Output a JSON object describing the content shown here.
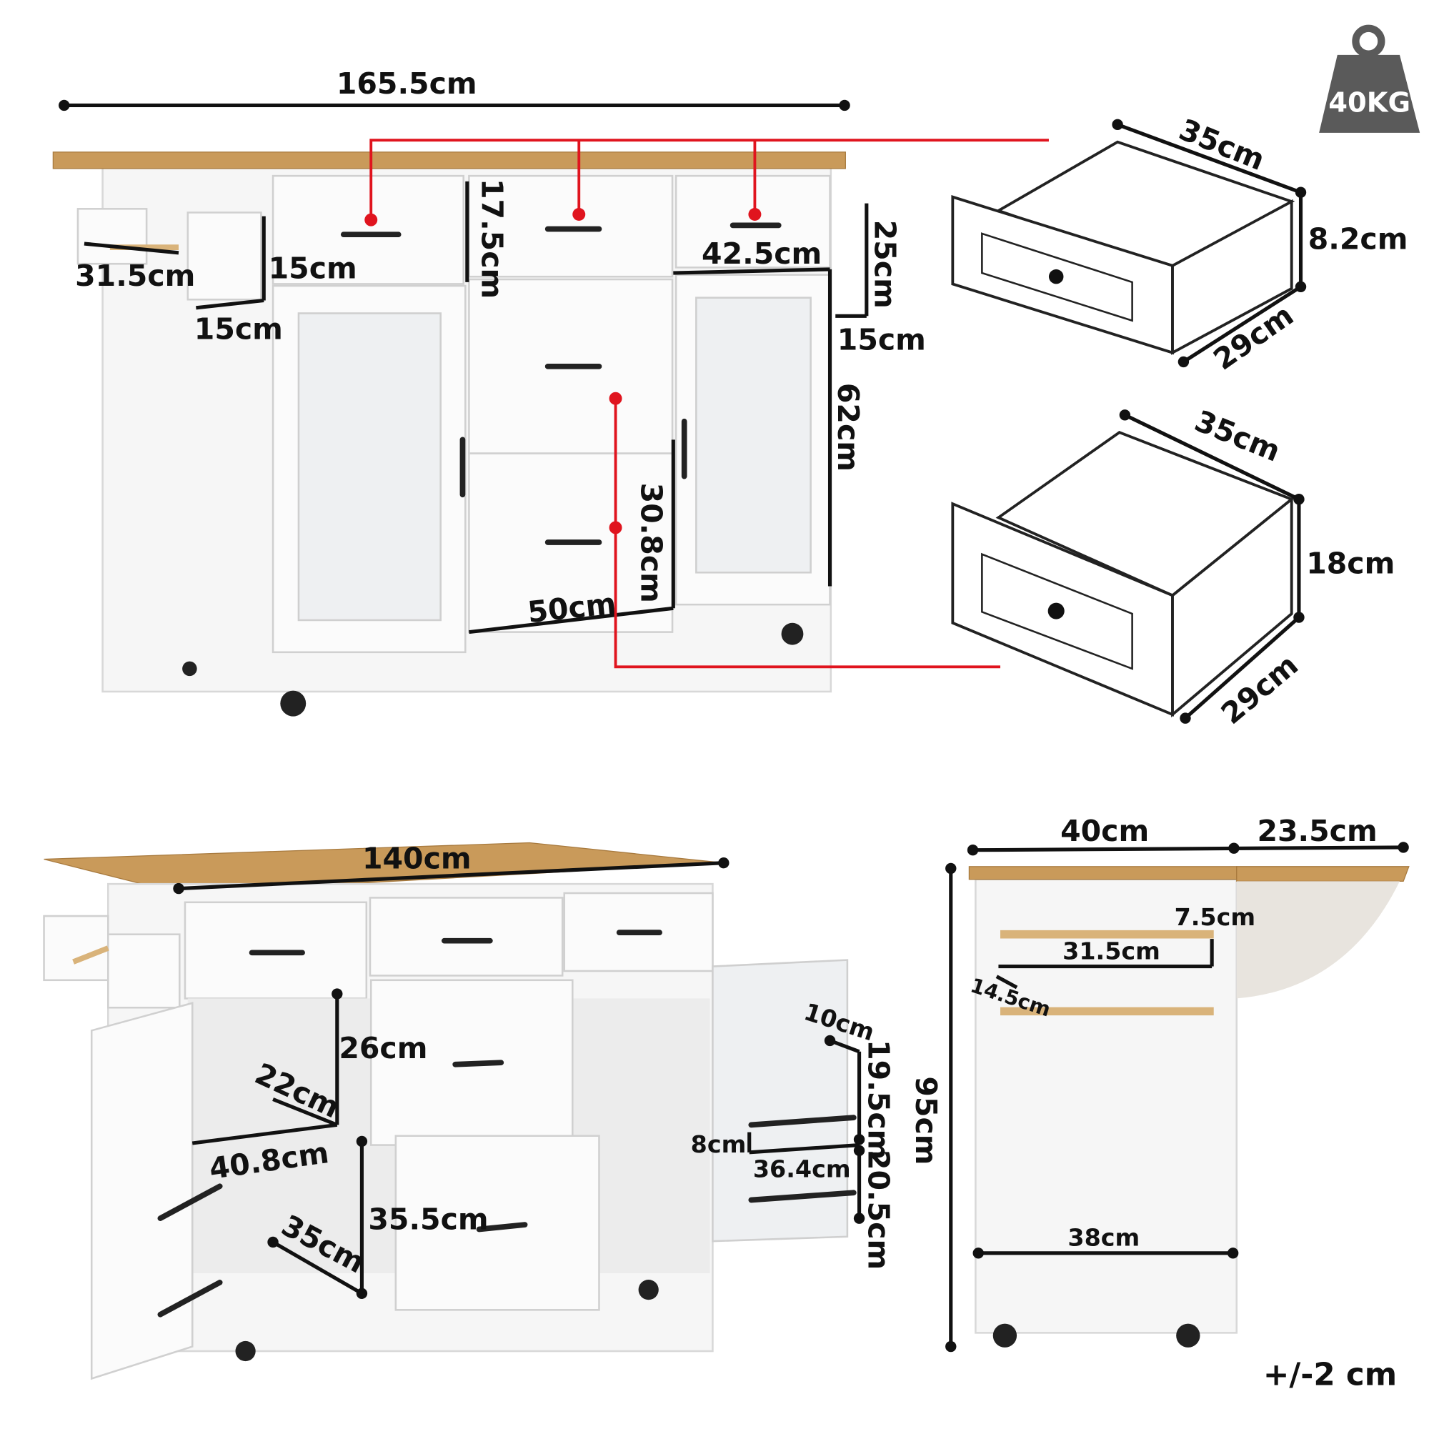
{
  "weight_badge": {
    "label": "40KG",
    "color": "#5a5a5a"
  },
  "tolerance": "+/-2 cm",
  "accent_color": "#e0141e",
  "front_view": {
    "total_width": "165.5cm",
    "top_drawer_height": "17.5cm",
    "towel_bar_width": "31.5cm",
    "side_rack_height": "15cm",
    "side_rack_depth": "15cm",
    "top_drawer_width": "42.5cm",
    "right_rack_height": "25cm",
    "right_rack_depth": "15cm",
    "cabinet_height": "62cm",
    "lower_drawer_height": "30.8cm",
    "lower_drawer_width": "50cm"
  },
  "small_drawer": {
    "width": "35cm",
    "height": "8.2cm",
    "depth": "29cm"
  },
  "large_drawer": {
    "width": "35cm",
    "height": "18cm",
    "depth": "29cm"
  },
  "open_view": {
    "top_width": "140cm",
    "upper_shelf_height": "26cm",
    "shelf_depth": "22cm",
    "shelf_width": "40.8cm",
    "lower_shelf_height": "35.5cm",
    "lower_shelf_depth": "35cm",
    "door_rack_depth": "10cm",
    "door_rack_upper_height": "19.5cm",
    "door_rack_gap": "8cm",
    "door_rack_width": "36.4cm",
    "door_rack_lower_height": "20.5cm"
  },
  "side_view": {
    "total_height": "95cm",
    "body_depth": "40cm",
    "drop_leaf": "23.5cm",
    "rack_spacing": "7.5cm",
    "rack_width": "31.5cm",
    "rack_depth": "14.5cm",
    "base_depth": "38cm"
  }
}
